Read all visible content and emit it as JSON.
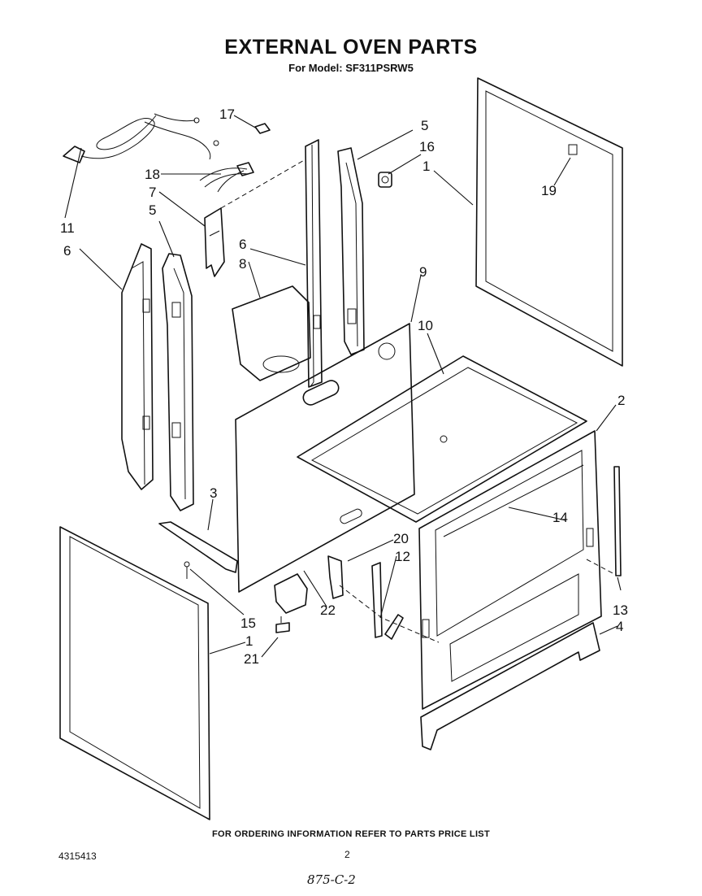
{
  "header": {
    "title": "EXTERNAL OVEN PARTS",
    "model_line": "For Model: SF311PSRW5"
  },
  "callouts": {
    "c17": "17",
    "c5a": "5",
    "c16": "16",
    "c1a": "1",
    "c18": "18",
    "c7": "7",
    "c5b": "5",
    "c19": "19",
    "c11": "11",
    "c6a": "6",
    "c6b": "6",
    "c8": "8",
    "c9": "9",
    "c10": "10",
    "c2": "2",
    "c3": "3",
    "c14": "14",
    "c20": "20",
    "c12": "12",
    "c22": "22",
    "c15": "15",
    "c13": "13",
    "c4": "4",
    "c1b": "1",
    "c21": "21"
  },
  "footer": {
    "ordering_note": "FOR ORDERING INFORMATION REFER TO PARTS PRICE LIST",
    "document_number": "4315413",
    "page_number": "2",
    "handwritten_note": "875-C-2"
  }
}
